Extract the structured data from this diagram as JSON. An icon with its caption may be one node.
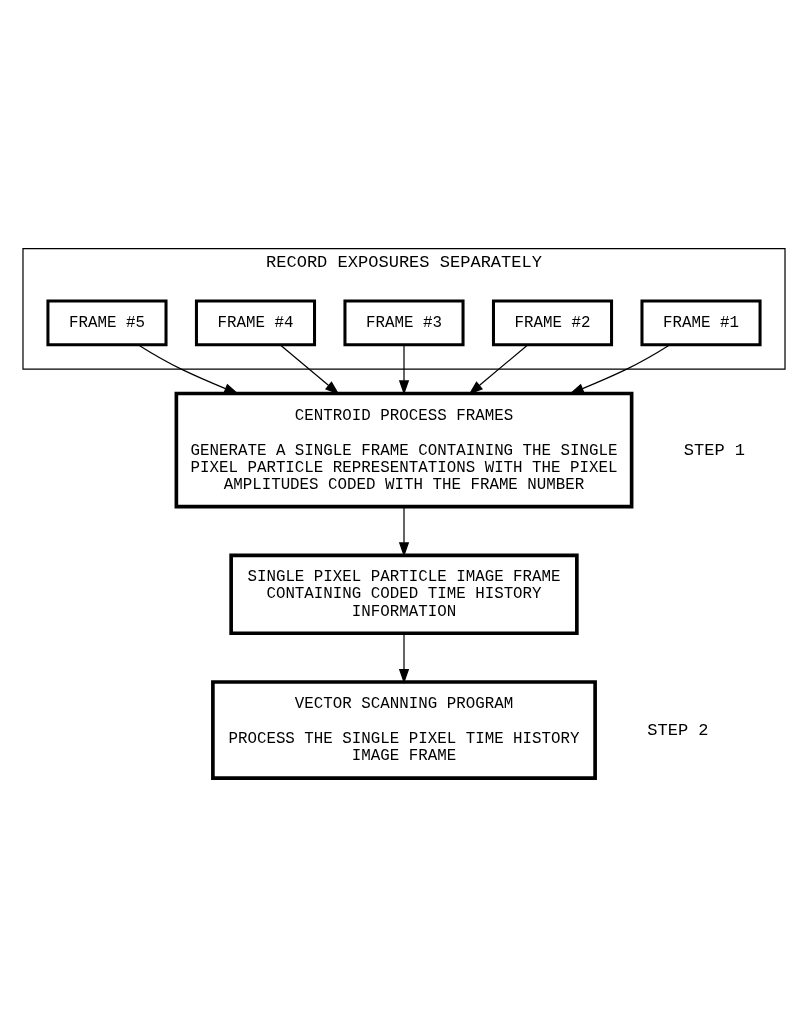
{
  "diagram": {
    "nodes": [
      {
        "text": [
          "RECORD EXPOSURES SEPARATELY"
        ]
      },
      {
        "text": [
          "FRAME #1"
        ],
        "in": 0
      },
      {
        "text": [
          "FRAME #2"
        ],
        "in": 0
      },
      {
        "text": [
          "FRAME #3"
        ],
        "in": 0
      },
      {
        "text": [
          "FRAME #4"
        ],
        "in": 0
      },
      {
        "text": [
          "FRAME #5"
        ],
        "in": 0
      },
      {
        "text": [
          "CENTROID PROCESS FRAMES",
          "GENERATE A SINGLE FRAME CONTAINING THE SINGLE PIXEL PARTICLE REPRESENTATIONS WITH THE PIXEL AMPLITUDES CODED WITH THE FRAME NUMBER"
        ]
      },
      {
        "text": [
          "SINGLE PIXEL PARTICLE IMAGE FRAME CONTAINING CODED TIME HISTORY INFORMATION"
        ]
      },
      {
        "text": [
          "VECTOR SCANNING PROGRAM",
          "PROCESS THE SINGLE PIXEL TIME HISTORY IMAGE FRAME"
        ]
      }
    ],
    "edges": [
      {
        "from": 1,
        "to": 6,
        "arrow": "to"
      },
      {
        "from": 2,
        "to": 6,
        "arrow": "to"
      },
      {
        "from": 3,
        "to": 6,
        "arrow": "to"
      },
      {
        "from": 4,
        "to": 6,
        "arrow": "to"
      },
      {
        "from": 5,
        "to": 6,
        "arrow": "to"
      },
      {
        "from": 6,
        "to": 7,
        "arrow": "to"
      },
      {
        "from": 7,
        "to": 8,
        "arrow": "to"
      }
    ],
    "labels": [
      "STEP 1",
      "STEP 2"
    ]
  }
}
